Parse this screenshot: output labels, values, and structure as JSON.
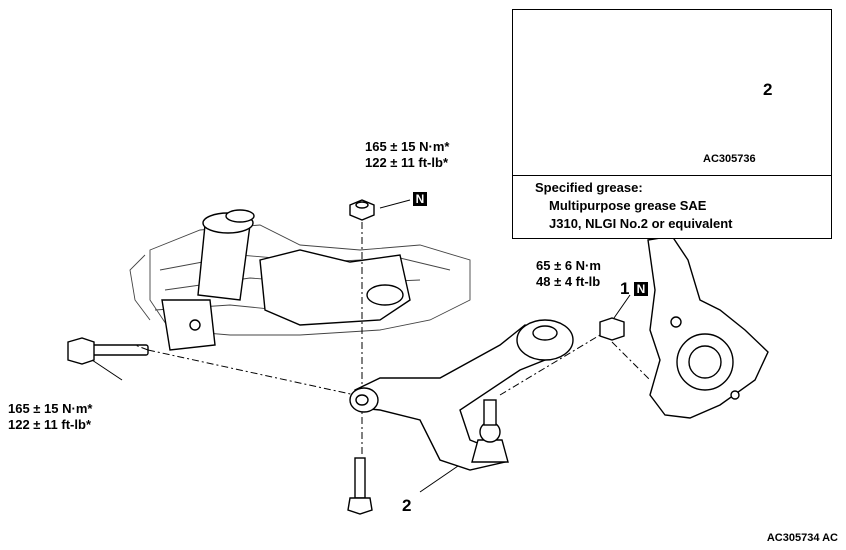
{
  "torque_nut_top": {
    "line1": "165 ± 15 N·m*",
    "line2": "122 ± 11 ft-lb*"
  },
  "torque_bolt_left": {
    "line1": "165 ± 15 N·m*",
    "line2": "122 ± 11 ft-lb*"
  },
  "torque_balljoint_nut": {
    "line1": "65 ± 6 N·m",
    "line2": "48 ± 4 ft-lb"
  },
  "new_part_marker": "N",
  "callout_1": "1",
  "callout_2_inset": "2",
  "callout_2_main": "2",
  "inset": {
    "code": "AC305736",
    "grease_title": "Specified grease:",
    "grease_line1": "Multipurpose grease SAE",
    "grease_line2": "J310, NLGI No.2 or equivalent"
  },
  "figure_code": "AC305734 AC"
}
